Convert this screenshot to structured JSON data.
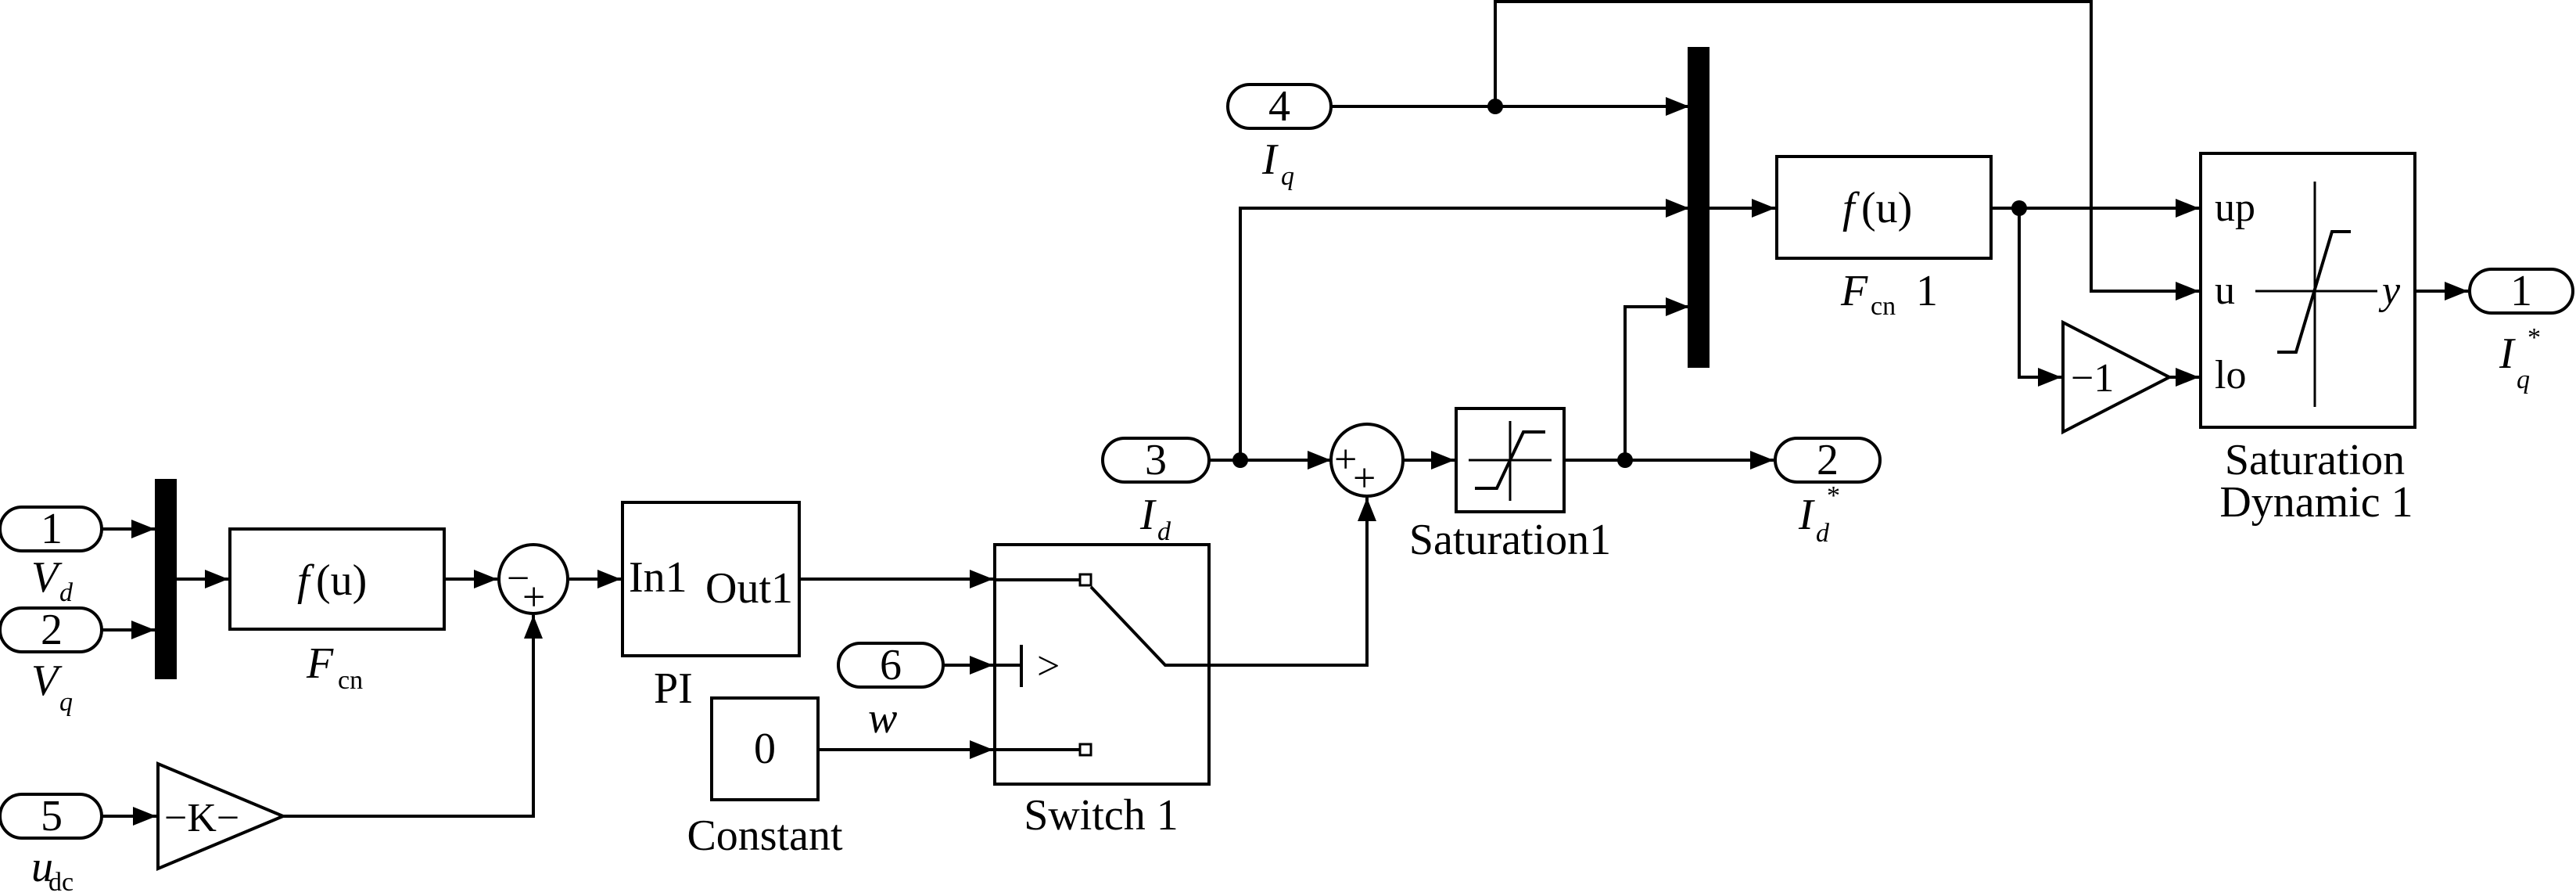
{
  "ports_in": {
    "p1": {
      "num": "1",
      "sym": "V",
      "sub": "d"
    },
    "p2": {
      "num": "2",
      "sym": "V",
      "sub": "q"
    },
    "p5": {
      "num": "5",
      "sym": "u",
      "sub": "dc"
    },
    "p6": {
      "num": "6",
      "sym": "w"
    },
    "p3": {
      "num": "3",
      "sym": "I",
      "sub": "d"
    },
    "p4": {
      "num": "4",
      "sym": "I",
      "sub": "q"
    }
  },
  "ports_out": {
    "o2": {
      "num": "2",
      "sym": "I",
      "sub": "d",
      "sup": "*"
    },
    "o1": {
      "num": "1",
      "sym": "I",
      "sub": "q",
      "sup": "*"
    }
  },
  "blocks": {
    "fcn": {
      "text_f": "f",
      "text_u": "(u)",
      "label": "F",
      "label_sub": "cn"
    },
    "fcn1": {
      "text_f": "f",
      "text_u": "(u)",
      "label": "F",
      "label_sub": "cn",
      "label_suffix": "1"
    },
    "sum1": {
      "s1": "−",
      "s2": "+"
    },
    "sum2": {
      "s1": "+",
      "s2": "+"
    },
    "gain_k": {
      "text": "−K−"
    },
    "gain_neg1": {
      "text": "−1"
    },
    "pi": {
      "in": "In1",
      "out": "Out1",
      "label": "PI"
    },
    "constant": {
      "value": "0",
      "label": "Constant"
    },
    "switch": {
      "label": "Switch 1",
      "op": ">"
    },
    "saturation": {
      "label": "Saturation1"
    },
    "sat_dyn": {
      "up": "up",
      "u": "u",
      "lo": "lo",
      "y": "y",
      "label1": "Saturation",
      "label2": "Dynamic 1"
    }
  }
}
